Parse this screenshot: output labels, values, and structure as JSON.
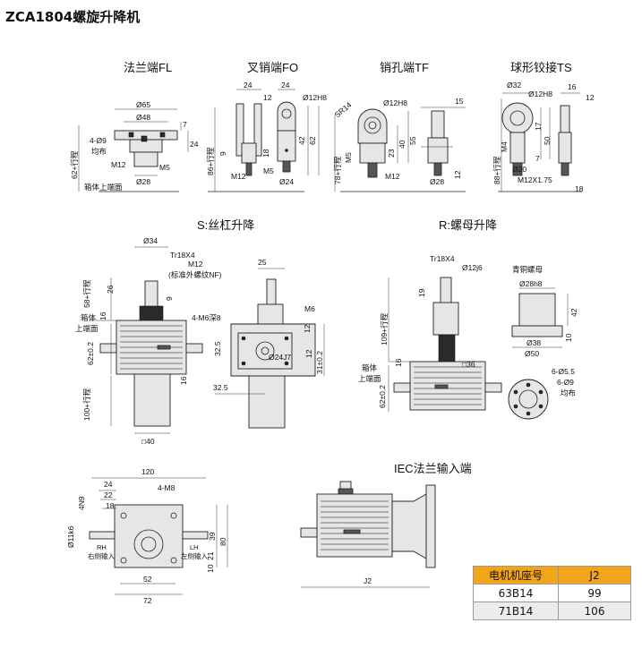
{
  "title": "ZCA1804螺旋升降机",
  "sections": {
    "fl": "法兰端FL",
    "fo": "叉销端FO",
    "tf": "销孔端TF",
    "ts": "球形铰接TS",
    "s": "S:丝杠升降",
    "r": "R:螺母升降",
    "iec": "IEC法兰输入端"
  },
  "fl_dims": [
    "Ø65",
    "Ø48",
    "7",
    "24",
    "4-Ø9",
    "均布",
    "M12",
    "M5",
    "Ø28",
    "62+行程",
    "箱体上端面"
  ],
  "fo_dims": [
    "24",
    "12",
    "24",
    "Ø12H8",
    "62",
    "86+行程",
    "9",
    "18",
    "42",
    "M12",
    "M5",
    "Ø24"
  ],
  "tf_dims": [
    "SR14",
    "Ø12H8",
    "15",
    "23",
    "40",
    "55",
    "M5",
    "78+行程",
    "M12",
    "Ø28",
    "12"
  ],
  "ts_dims": [
    "Ø32",
    "Ø12H8",
    "16",
    "12",
    "17",
    "50",
    "M4",
    "7",
    "Ø20",
    "88+行程",
    "M12X1.75",
    "18"
  ],
  "s_dims": [
    "Ø34",
    "Tr18X4",
    "M12",
    "(标准外螺纹NF)",
    "26",
    "58+行程",
    "9",
    "箱体",
    "上端面",
    "16",
    "62±0.2",
    "100+行程",
    "16",
    "□40",
    "25",
    "M6",
    "4-M6深8",
    "12",
    "32.5",
    "Ø24J7",
    "12",
    "31±0.2",
    "32.5"
  ],
  "r_dims": [
    "Tr18X4",
    "Ø12j6",
    "19",
    "109+行程",
    "箱体",
    "上端面",
    "16",
    "62±0.2",
    "□36",
    "青铜螺母",
    "Ø28h8",
    "42",
    "Ø38",
    "Ø50",
    "10",
    "6-Ø5.5",
    "6-Ø9",
    "均布"
  ],
  "bottom_dims": [
    "120",
    "24",
    "22",
    "18",
    "4-M8",
    "4N9",
    "Ø11k6",
    "RH",
    "右侧输入",
    "LH",
    "左侧输入",
    "39",
    "80",
    "10",
    "21",
    "52",
    "72"
  ],
  "iec_dims": [
    "J2"
  ],
  "motor_table": {
    "headers": [
      "电机机座号",
      "J2"
    ],
    "rows": [
      [
        "63B14",
        "99"
      ],
      [
        "71B14",
        "106"
      ]
    ]
  }
}
